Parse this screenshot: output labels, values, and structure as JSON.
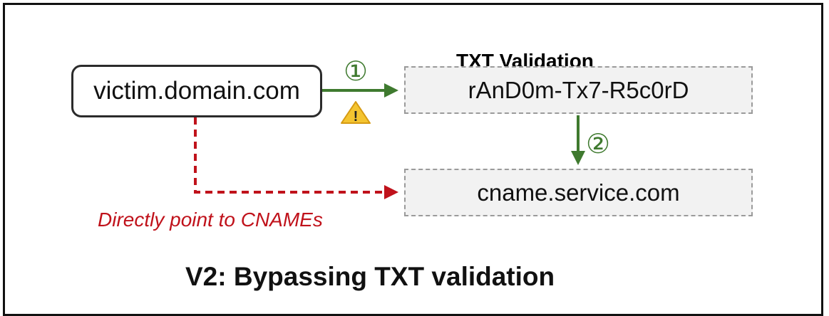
{
  "diagram": {
    "source_node": "victim.domain.com",
    "txt_title": "TXT Validation",
    "txt_record": "rAnD0m-Tx7-R5c0rD",
    "cname_target": "cname.service.com",
    "step_one": "①",
    "step_two": "②",
    "warning_glyph": "!",
    "bypass_label": "Directly point to CNAMEs",
    "caption": "V2: Bypassing TXT validation"
  },
  "colors": {
    "normal_flow": "#3f7a2f",
    "bypass_flow": "#c0121b",
    "warning_fill": "#f4c430"
  }
}
